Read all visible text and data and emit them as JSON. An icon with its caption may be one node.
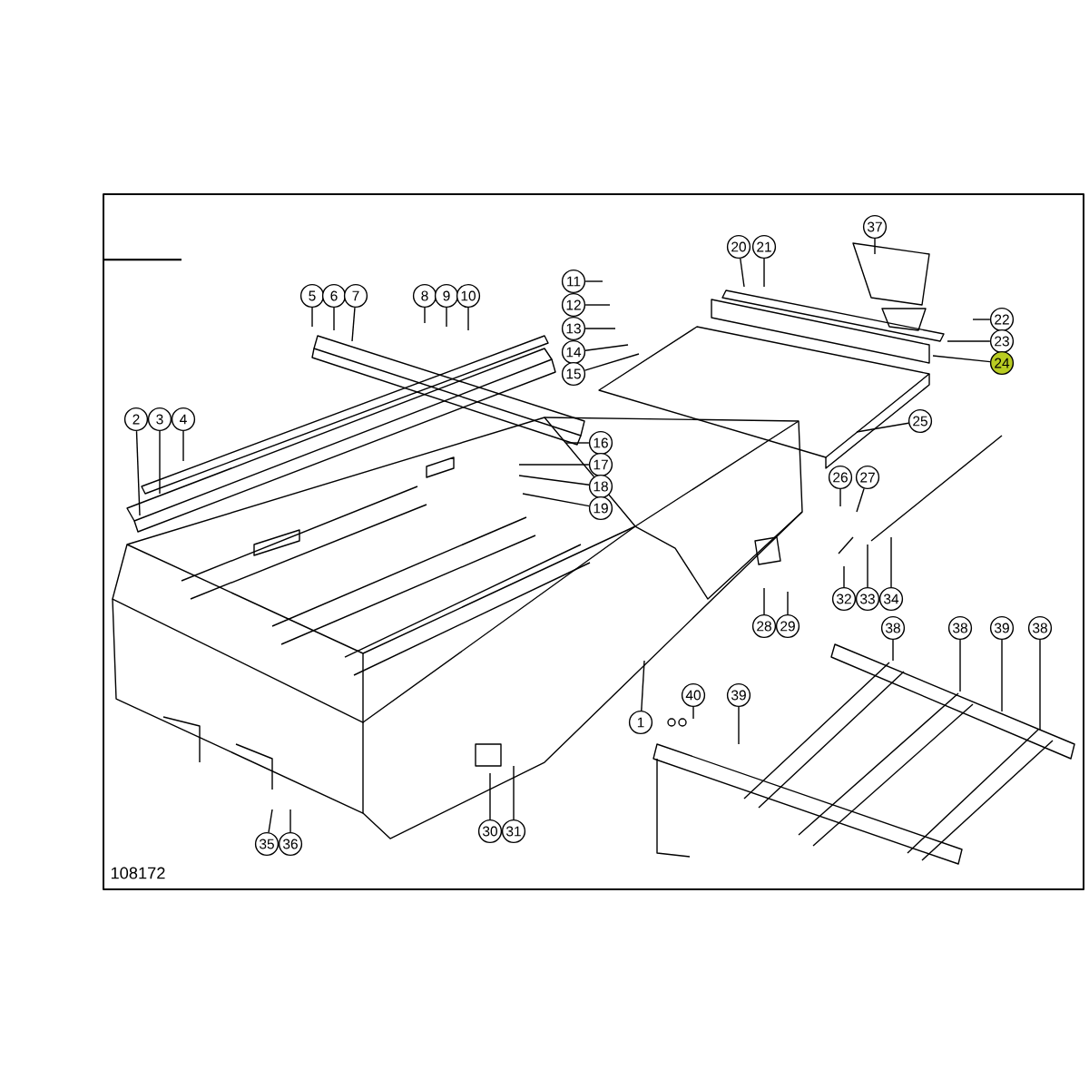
{
  "diagram": {
    "nodes": [
      {
        "text": [
          "37"
        ]
      },
      {
        "text": [
          "20"
        ]
      },
      {
        "text": [
          "21"
        ]
      },
      {
        "text": [
          "11"
        ]
      },
      {
        "text": [
          "5"
        ]
      },
      {
        "text": [
          "6"
        ]
      },
      {
        "text": [
          "7"
        ]
      },
      {
        "text": [
          "8"
        ]
      },
      {
        "text": [
          "9"
        ]
      },
      {
        "text": [
          "10"
        ]
      },
      {
        "text": [
          "12"
        ]
      },
      {
        "text": [
          "13"
        ]
      },
      {
        "text": [
          "14"
        ]
      },
      {
        "text": [
          "15"
        ]
      },
      {
        "text": [
          "22"
        ]
      },
      {
        "text": [
          "23"
        ]
      },
      {
        "text": [
          "24"
        ]
      },
      {
        "text": [
          "2"
        ]
      },
      {
        "text": [
          "3"
        ]
      },
      {
        "text": [
          "4"
        ]
      },
      {
        "text": [
          "25"
        ]
      },
      {
        "text": [
          "16"
        ]
      },
      {
        "text": [
          "17"
        ]
      },
      {
        "text": [
          "18"
        ]
      },
      {
        "text": [
          "19"
        ]
      },
      {
        "text": [
          "26"
        ]
      },
      {
        "text": [
          "27"
        ]
      },
      {
        "text": [
          "32"
        ]
      },
      {
        "text": [
          "33"
        ]
      },
      {
        "text": [
          "34"
        ]
      },
      {
        "text": [
          "28"
        ]
      },
      {
        "text": [
          "29"
        ]
      },
      {
        "text": [
          "38"
        ]
      },
      {
        "text": [
          "38"
        ]
      },
      {
        "text": [
          "39"
        ]
      },
      {
        "text": [
          "38"
        ]
      },
      {
        "text": [
          "40"
        ]
      },
      {
        "text": [
          "39"
        ]
      },
      {
        "text": [
          "1"
        ]
      },
      {
        "text": [
          "30"
        ]
      },
      {
        "text": [
          "31"
        ]
      },
      {
        "text": [
          "35"
        ]
      },
      {
        "text": [
          "36"
        ]
      }
    ],
    "edges": [
      {
        "from": 0,
        "to": null,
        "arrow": "none"
      },
      {
        "from": 1,
        "to": null,
        "arrow": "none"
      },
      {
        "from": 2,
        "to": null,
        "arrow": "none"
      },
      {
        "from": 3,
        "to": null,
        "arrow": "none"
      },
      {
        "from": 4,
        "to": null,
        "arrow": "none"
      },
      {
        "from": 5,
        "to": null,
        "arrow": "none"
      },
      {
        "from": 6,
        "to": null,
        "arrow": "none"
      },
      {
        "from": 7,
        "to": null,
        "arrow": "none"
      },
      {
        "from": 8,
        "to": null,
        "arrow": "none"
      },
      {
        "from": 9,
        "to": null,
        "arrow": "none"
      },
      {
        "from": 10,
        "to": null,
        "arrow": "none"
      },
      {
        "from": 11,
        "to": null,
        "arrow": "none"
      },
      {
        "from": 12,
        "to": null,
        "arrow": "none"
      },
      {
        "from": 13,
        "to": null,
        "arrow": "none"
      },
      {
        "from": 14,
        "to": null,
        "arrow": "none"
      },
      {
        "from": 15,
        "to": null,
        "arrow": "none"
      },
      {
        "from": 16,
        "to": null,
        "arrow": "none"
      },
      {
        "from": 17,
        "to": null,
        "arrow": "none"
      },
      {
        "from": 18,
        "to": null,
        "arrow": "none"
      },
      {
        "from": 19,
        "to": null,
        "arrow": "none"
      },
      {
        "from": 20,
        "to": null,
        "arrow": "none"
      },
      {
        "from": 21,
        "to": null,
        "arrow": "none"
      },
      {
        "from": 22,
        "to": null,
        "arrow": "none"
      },
      {
        "from": 23,
        "to": null,
        "arrow": "none"
      },
      {
        "from": 24,
        "to": null,
        "arrow": "none"
      },
      {
        "from": 25,
        "to": null,
        "arrow": "none"
      },
      {
        "from": 26,
        "to": null,
        "arrow": "none"
      },
      {
        "from": 27,
        "to": null,
        "arrow": "none"
      },
      {
        "from": 28,
        "to": null,
        "arrow": "none"
      },
      {
        "from": 29,
        "to": null,
        "arrow": "none"
      },
      {
        "from": 30,
        "to": null,
        "arrow": "none"
      },
      {
        "from": 31,
        "to": null,
        "arrow": "none"
      },
      {
        "from": 32,
        "to": null,
        "arrow": "none"
      },
      {
        "from": 33,
        "to": null,
        "arrow": "none"
      },
      {
        "from": 34,
        "to": null,
        "arrow": "none"
      },
      {
        "from": 35,
        "to": null,
        "arrow": "none"
      },
      {
        "from": 36,
        "to": null,
        "arrow": "none"
      },
      {
        "from": 37,
        "to": null,
        "arrow": "none"
      },
      {
        "from": 38,
        "to": null,
        "arrow": "none"
      },
      {
        "from": 39,
        "to": null,
        "arrow": "none"
      },
      {
        "from": 40,
        "to": null,
        "arrow": "none"
      },
      {
        "from": 41,
        "to": null,
        "arrow": "none"
      },
      {
        "from": 42,
        "to": null,
        "arrow": "none"
      }
    ],
    "labels": [
      "108172"
    ]
  }
}
